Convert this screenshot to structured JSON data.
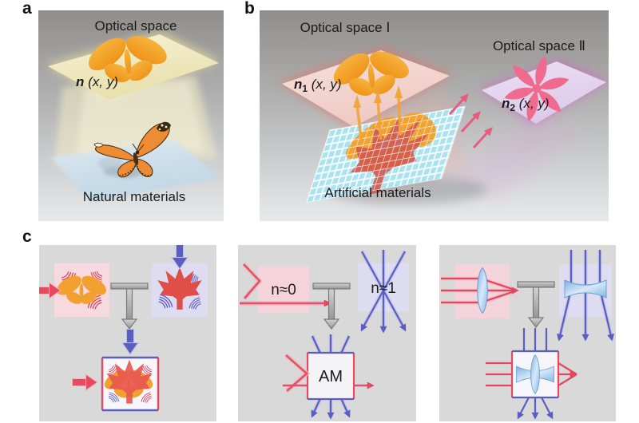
{
  "panels": {
    "a": {
      "label": "a",
      "title": "Optical space",
      "index_label": {
        "n": "n",
        "rest": " (x, y)"
      },
      "caption": "Natural materials"
    },
    "b": {
      "label": "b",
      "title_1": "Optical space Ⅰ",
      "title_2": "Optical space Ⅱ",
      "index_label_1": {
        "n": "n",
        "sub": "1",
        "rest": " (x, y)"
      },
      "index_label_2": {
        "n": "n",
        "sub": "2",
        "rest": " (x, y)"
      },
      "caption": "Artificial materials"
    },
    "c": {
      "label": "c",
      "n0": "n≈0",
      "n1": "n≈1",
      "am": "AM"
    }
  },
  "colors": {
    "butterfly_orange": "#F2A130",
    "monarch_orange": "#EE8C33",
    "maple_red": "#DD4F48",
    "flower_pink": "#EE6B8E",
    "ray_red": "#E0485E",
    "ray_blue": "#5A5EC2",
    "lens_blue": "#8FBCE8",
    "material_cyan": "#ABE2EF",
    "panel_gray": "#D9D9DA",
    "text_dark": "#1B1B1B"
  }
}
